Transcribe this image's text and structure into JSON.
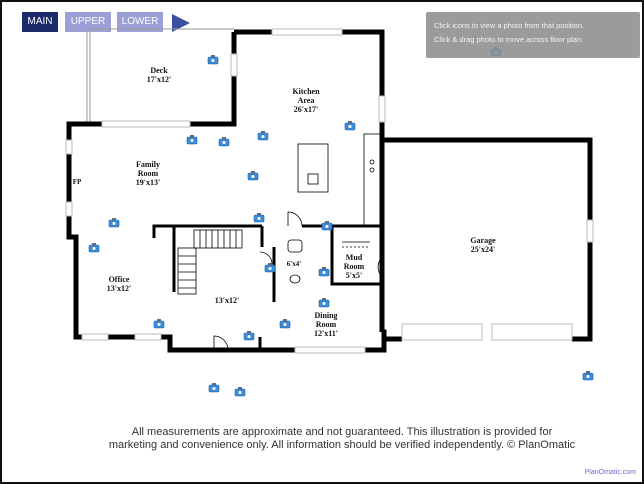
{
  "tabs": {
    "main": "MAIN",
    "upper": "UPPER",
    "lower": "LOWER"
  },
  "info": {
    "line1": "Click icons to view a photo from that position.",
    "line2": "Click & drag photo to move across floor plan."
  },
  "rooms": {
    "deck": {
      "name": "Deck",
      "size": "17'x12'"
    },
    "kitchen": {
      "name1": "Kitchen",
      "name2": "Area",
      "size": "26'x17'"
    },
    "family": {
      "name1": "Family",
      "name2": "Room",
      "size": "19'x13'"
    },
    "fp": "FP",
    "office": {
      "name": "Office",
      "size": "13'x12'"
    },
    "hall": {
      "size": "13'x12'"
    },
    "bath": {
      "size": "6'x4'"
    },
    "mud": {
      "name1": "Mud",
      "name2": "Room",
      "size": "5'x5'"
    },
    "dining": {
      "name1": "Dining",
      "name2": "Room",
      "size": "12'x11'"
    },
    "garage": {
      "name": "Garage",
      "size": "25'x24'"
    }
  },
  "footer": {
    "line1": "All measurements are approximate and not guaranteed. This illustration is provided for",
    "line2": "marketing and convenience only. All information should be verified independently. © PlanOmatic",
    "site": "PlanOmatic.com"
  },
  "colors": {
    "tab_active": "#1a2a6b",
    "tab_inactive": "#9a9fd6",
    "camera_icon": "#3b8fe0",
    "wall": "#000000"
  }
}
